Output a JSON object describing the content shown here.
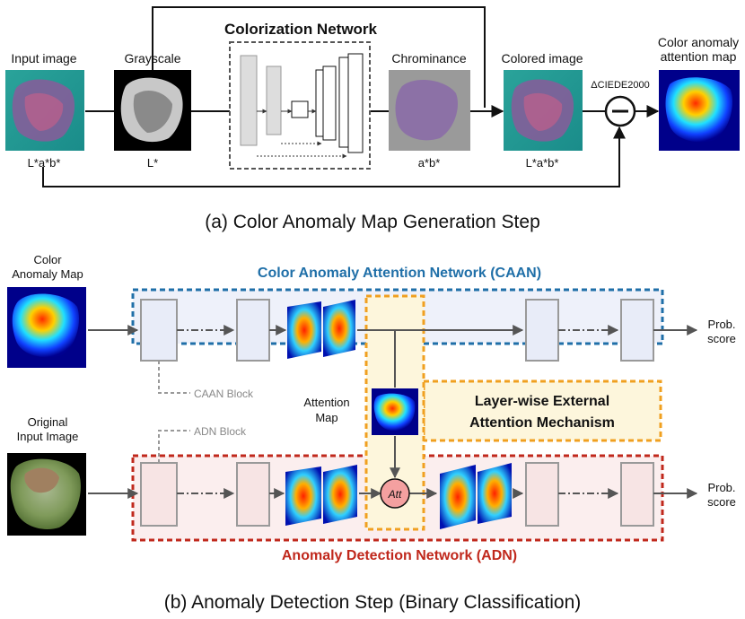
{
  "part_a": {
    "caption": "(a) Color Anomaly Map Generation Step",
    "network_title": "Colorization Network",
    "labels": {
      "input_image": "Input image",
      "grayscale": "Grayscale",
      "chrominance": "Chrominance",
      "colored_image": "Colored image",
      "anomaly_map_line1": "Color anomaly",
      "anomaly_map_line2": "attention map",
      "ciede": "ΔCIEDE2000"
    },
    "sublabels": {
      "input": "L*a*b*",
      "gray": "L*",
      "chroma": "a*b*",
      "colored": "L*a*b*"
    }
  },
  "part_b": {
    "caption": "(b) Anomaly Detection Step (Binary Classification)",
    "caan_title": "Color Anomaly Attention Network (CAAN)",
    "adn_title": "Anomaly Detection Network (ADN)",
    "mechanism_line1": "Layer-wise External",
    "mechanism_line2": "Attention Mechanism",
    "labels": {
      "color_anomaly_map_line1": "Color",
      "color_anomaly_map_line2": "Anomaly Map",
      "original_line1": "Original",
      "original_line2": "Input Image",
      "caan_block": "CAAN Block",
      "adn_block": "ADN Block",
      "attention_map_line1": "Attention",
      "attention_map_line2": "Map",
      "att_op": "Att",
      "prob_line1": "Prob.",
      "prob_line2": "score"
    }
  },
  "colors": {
    "caan_blue": "#1f6fa8",
    "adn_red": "#c0281c",
    "mechanism_orange": "#f0a020"
  }
}
